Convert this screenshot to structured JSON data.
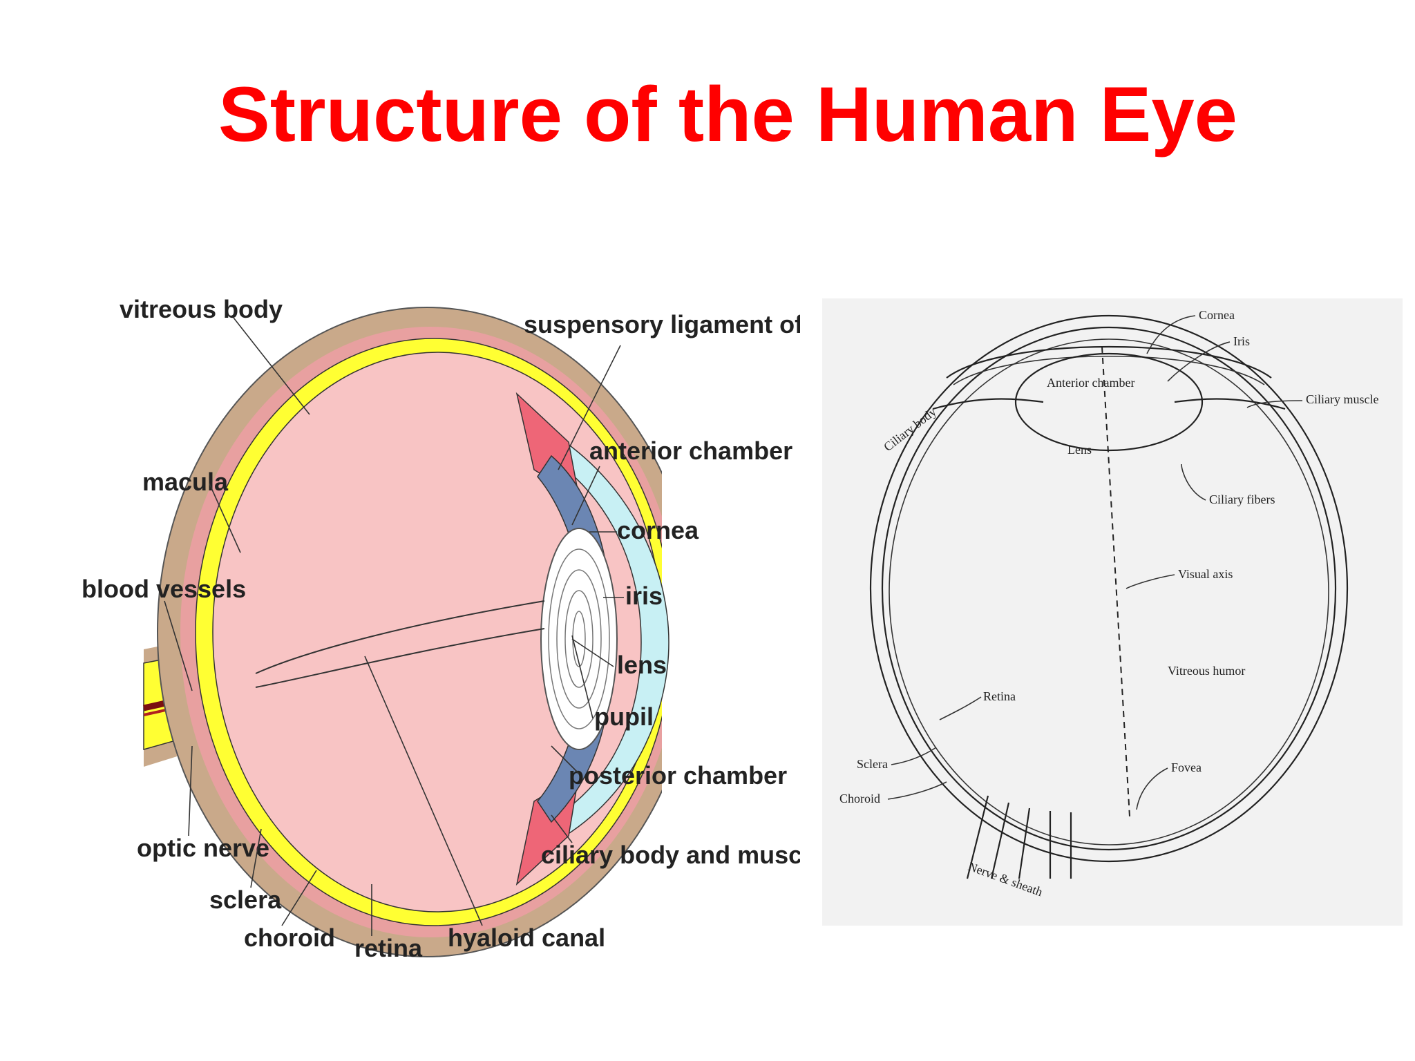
{
  "slide": {
    "title": "Structure of the Human Eye"
  },
  "left_diagram": {
    "labels": {
      "vitreous_body": "vitreous body",
      "suspensory_ligament": "suspensory ligament of lens",
      "anterior_chamber": "anterior chamber",
      "macula": "macula",
      "cornea": "cornea",
      "blood_vessels": "blood vessels",
      "iris": "iris",
      "lens": "lens",
      "pupil": "pupil",
      "posterior_chamber": "posterior chamber",
      "optic_nerve": "optic nerve",
      "ciliary_body": "ciliary body and muscle",
      "sclera": "sclera",
      "choroid": "choroid",
      "retina": "retina",
      "hyaloid_canal": "hyaloid canal"
    },
    "colors": {
      "sclera": "#c9a98a",
      "choroid": "#e8a0a0",
      "retina": "#ffff33",
      "vitreous": "#f8c4c4",
      "iris": "#6b86b3",
      "cornea": "#c8f0f4",
      "ciliary": "#ee6677"
    }
  },
  "right_diagram": {
    "labels": {
      "cornea": "Cornea",
      "iris": "Iris",
      "anterior_chamber": "Anterior chamber",
      "ciliary_muscle": "Ciliary muscle",
      "ciliary_body": "Ciliary body",
      "lens": "Lens",
      "ciliary_fibers": "Ciliary fibers",
      "visual_axis": "Visual axis",
      "vitreous_humor": "Vitreous humor",
      "retina": "Retina",
      "sclera": "Sclera",
      "fovea": "Fovea",
      "choroid": "Choroid",
      "nerve_sheath": "Nerve & sheath"
    }
  }
}
